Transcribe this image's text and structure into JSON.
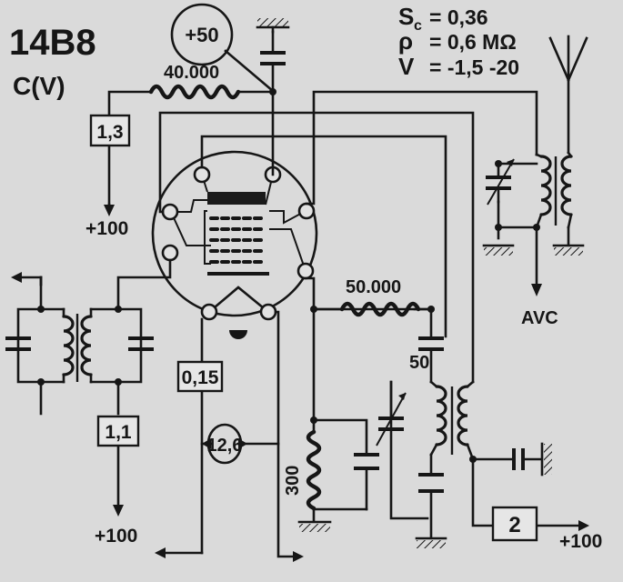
{
  "tube": {
    "type": "14B8",
    "base": "C(V)"
  },
  "specs": [
    {
      "symbol": "S",
      "sub": "c",
      "value": "= 0,36"
    },
    {
      "symbol": "ρ",
      "sub": "",
      "value": "= 0,6 MΩ"
    },
    {
      "symbol": "V",
      "sub": "",
      "value": "= -1,5 -20"
    }
  ],
  "voltages": {
    "screen": "+50",
    "heater": "12,6"
  },
  "resistors": {
    "screen": "40.000",
    "grid": "50.000",
    "cathode": "300"
  },
  "capacitors": {
    "coupling": "50"
  },
  "boxes": {
    "b1": "1,3",
    "b2": "0,15",
    "b3": "1,1",
    "b4": "2"
  },
  "supply": {
    "left_upper": "+100",
    "left_lower": "+100",
    "right": "+100"
  },
  "avc": "AVC"
}
